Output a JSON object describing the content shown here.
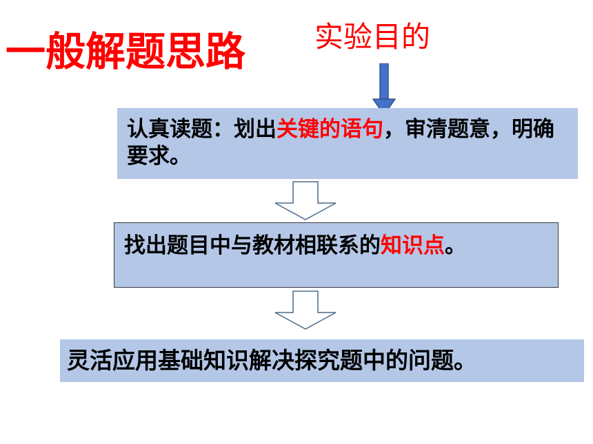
{
  "title": "一般解题思路",
  "annotation": "实验目的",
  "steps": [
    {
      "text_before": "认真读题：划出",
      "highlight": "关键的语句",
      "text_after": "，审清题意，明确要求。"
    },
    {
      "text_before": "找出题目中与教材相联系的",
      "highlight": "知识点",
      "text_after": "。"
    },
    {
      "text": "灵活应用基础知识解决探究题中的问题。"
    }
  ],
  "colors": {
    "title": "#ff0000",
    "highlight": "#ff0000",
    "box_fill": "#b4c7e7",
    "blue_arrow": "#4472c4"
  },
  "icons": {
    "pointer_arrow": "arrow-down-blue-icon",
    "flow_arrow": "hollow-down-arrow-icon"
  }
}
